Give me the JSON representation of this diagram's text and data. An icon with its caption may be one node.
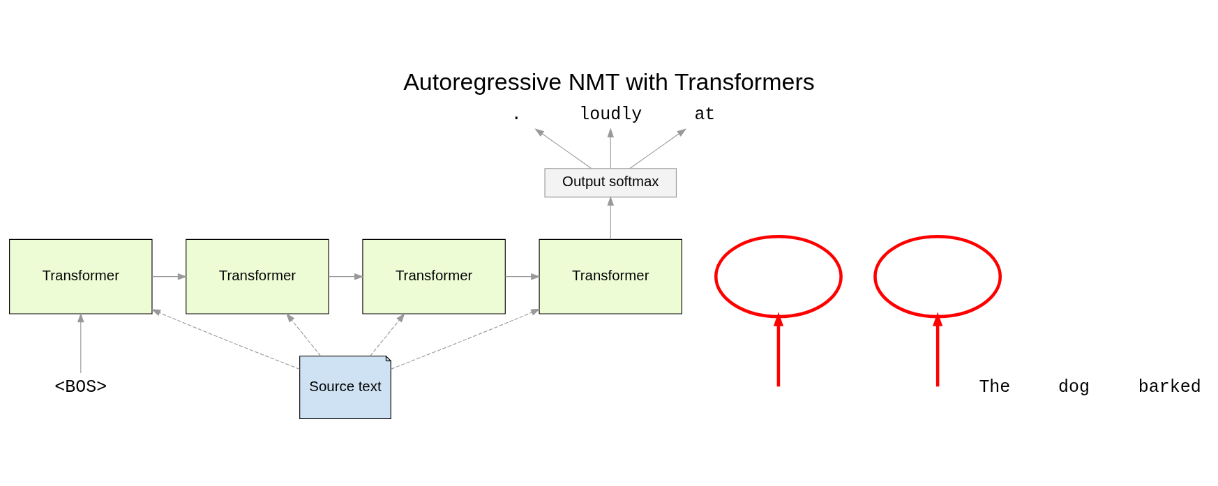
{
  "diagram": {
    "title": "Autoregressive NMT with Transformers",
    "nodes": [
      {
        "text": [
          "."
        ]
      },
      {
        "text": [
          "loudly"
        ]
      },
      {
        "text": [
          "at"
        ]
      },
      {
        "text": [
          "Output softmax"
        ]
      },
      {
        "text": [
          "Transformer"
        ]
      },
      {
        "text": [
          "Transformer"
        ]
      },
      {
        "text": [
          "Transformer"
        ]
      },
      {
        "text": [
          "Transformer"
        ]
      },
      {
        "text": [
          "Source text"
        ]
      },
      {
        "text": [
          "<BOS>"
        ]
      },
      {
        "text": [],
        "shape": "circle"
      },
      {
        "text": [],
        "shape": "circle"
      }
    ],
    "edges": [
      {
        "from": 3,
        "to": 0,
        "arrow": "to"
      },
      {
        "from": 3,
        "to": 1,
        "arrow": "to"
      },
      {
        "from": 3,
        "to": 2,
        "arrow": "to"
      },
      {
        "from": 7,
        "to": 3,
        "arrow": "to"
      },
      {
        "from": 4,
        "to": 5,
        "arrow": "to"
      },
      {
        "from": 5,
        "to": 6,
        "arrow": "to"
      },
      {
        "from": 6,
        "to": 7,
        "arrow": "to"
      },
      {
        "from": 9,
        "to": 4,
        "arrow": "to"
      },
      {
        "from": 8,
        "to": 4,
        "arrow": "to",
        "style": "dashed"
      },
      {
        "from": 8,
        "to": 5,
        "arrow": "to",
        "style": "dashed"
      },
      {
        "from": 8,
        "to": 6,
        "arrow": "to",
        "style": "dashed"
      },
      {
        "from": 8,
        "to": 7,
        "arrow": "to",
        "style": "dashed"
      },
      {
        "from": null,
        "to": 10,
        "arrow": "to",
        "style": "thick",
        "color": "#ff0000"
      },
      {
        "from": null,
        "to": 11,
        "arrow": "to",
        "style": "thick",
        "color": "#ff0000"
      }
    ],
    "labels": [
      "The",
      "dog",
      "barked"
    ]
  }
}
